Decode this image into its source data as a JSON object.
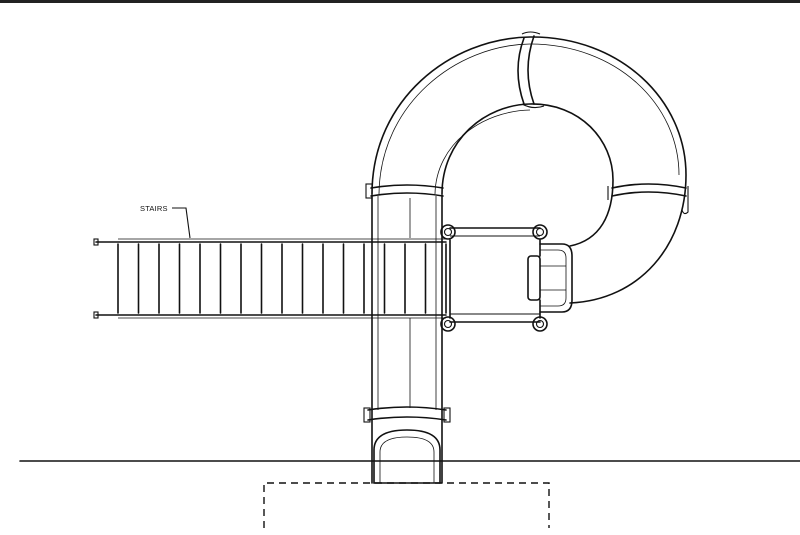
{
  "drawing": {
    "annotations": [
      {
        "id": "stairs",
        "text": "STAIRS"
      }
    ],
    "stairs": {
      "tread_count": 16
    }
  }
}
